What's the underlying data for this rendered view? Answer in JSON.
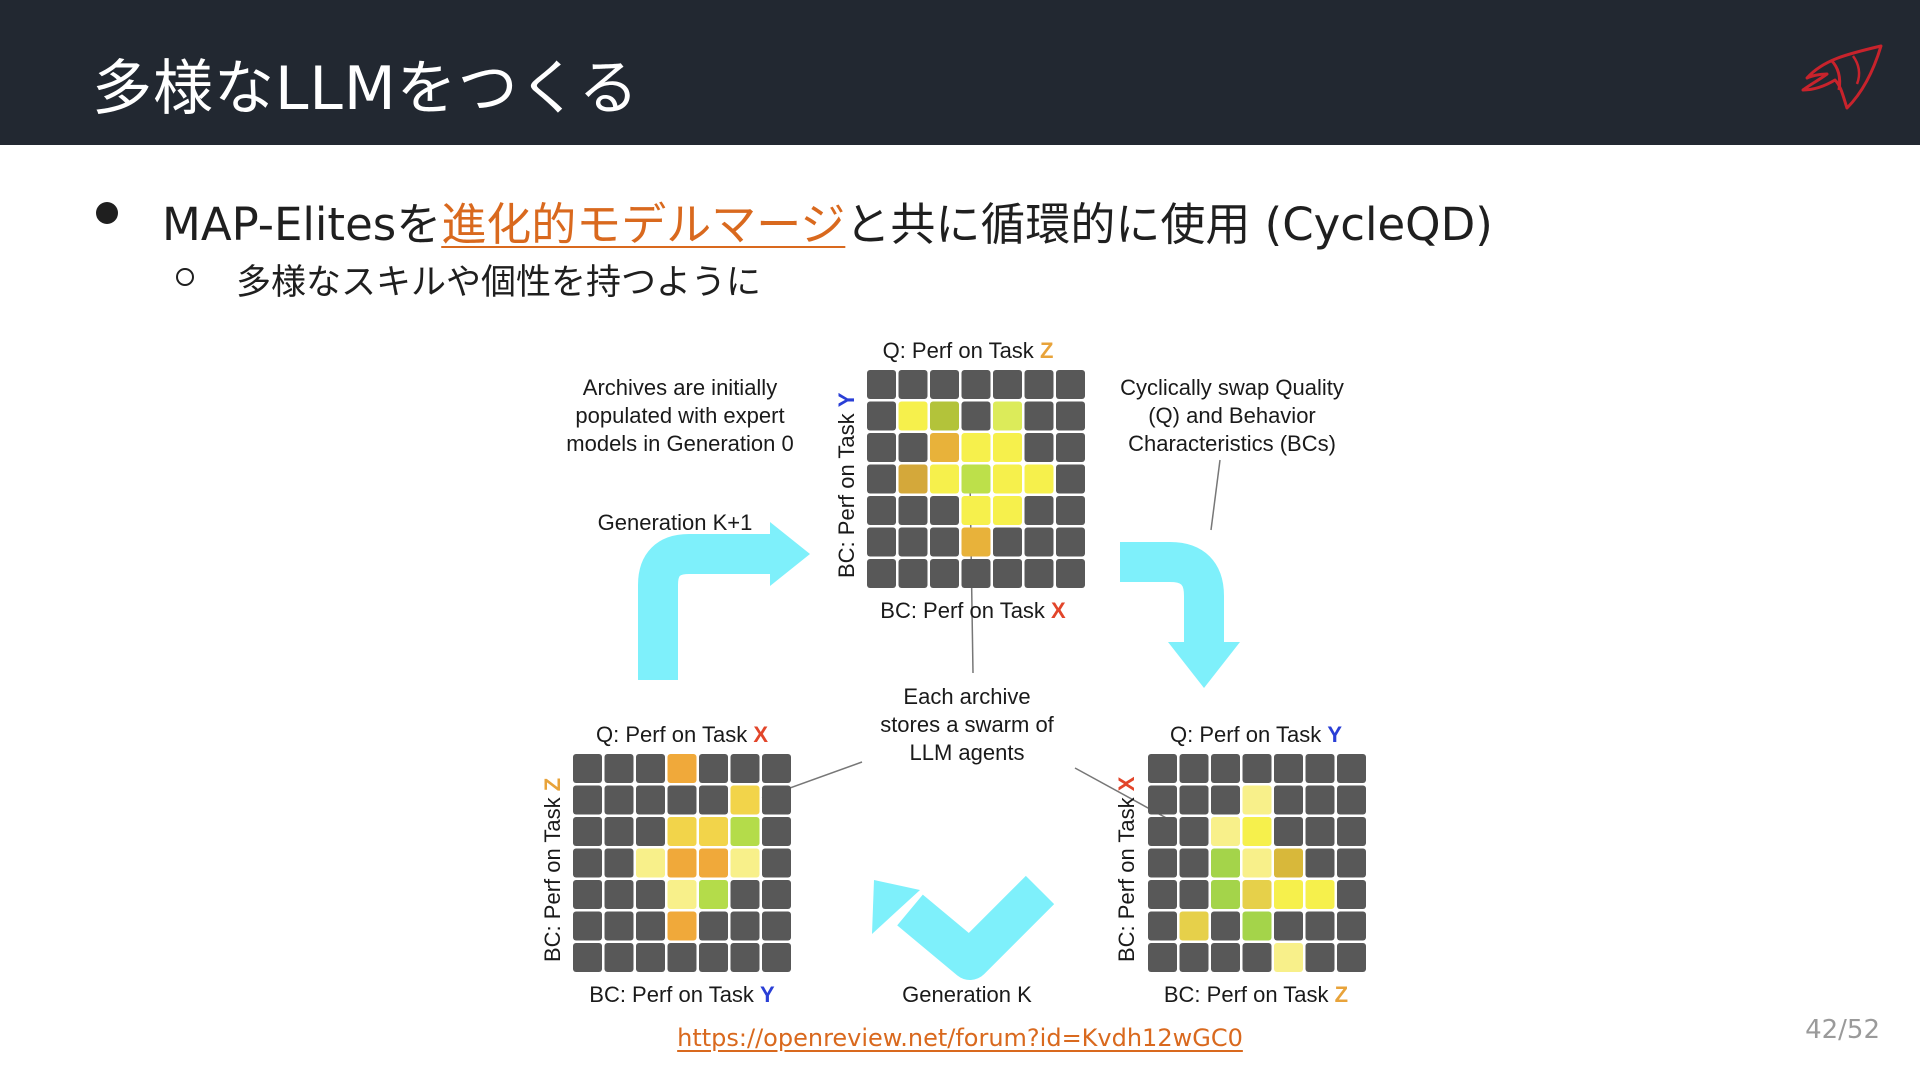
{
  "slide": {
    "title": "多様なLLMをつくる",
    "bullet": {
      "prefix": "MAP-Elitesを",
      "link": "進化的モデルマージ",
      "suffix": "と共に循環的に使用 (CycleQD)"
    },
    "sub_bullet": "多様なスキルや個性を持つように",
    "footer_link": "https://openreview.net/forum?id=Kvdh12wGC0",
    "page_number": "42/52"
  },
  "figure": {
    "top_grid": {
      "q_label": "Q: Perf on Task ",
      "q_task": "Z",
      "bc_x_label": "BC: Perf on Task ",
      "bc_x_task": "X",
      "bc_y_label": "BC: Perf on Task ",
      "bc_y_task": "Y"
    },
    "left_grid": {
      "q_label": "Q: Perf on Task ",
      "q_task": "X",
      "bc_x_label": "BC: Perf on Task ",
      "bc_x_task": "Y",
      "bc_y_label": "BC: Perf on Task ",
      "bc_y_task": "Z"
    },
    "right_grid": {
      "q_label": "Q: Perf on Task ",
      "q_task": "Y",
      "bc_x_label": "BC: Perf on Task ",
      "bc_x_task": "Z",
      "bc_y_label": "BC: Perf on Task ",
      "bc_y_task": "X"
    },
    "note_archives": [
      "Archives are initially",
      "populated with expert",
      "models in Generation 0"
    ],
    "note_cyclic": [
      "Cyclically swap Quality",
      "(Q) and Behavior",
      "Characteristics (BCs)"
    ],
    "note_swarm": [
      "Each archive",
      "stores a swarm of",
      "LLM agents"
    ],
    "gen_k1": "Generation K+1",
    "gen_k": "Generation K",
    "task_colors": {
      "X": "#e2452a",
      "Y": "#2a3fd6",
      "Z": "#e8a33a"
    },
    "arrow_color": "#7ef0fb",
    "cell_empty": "#585858"
  }
}
